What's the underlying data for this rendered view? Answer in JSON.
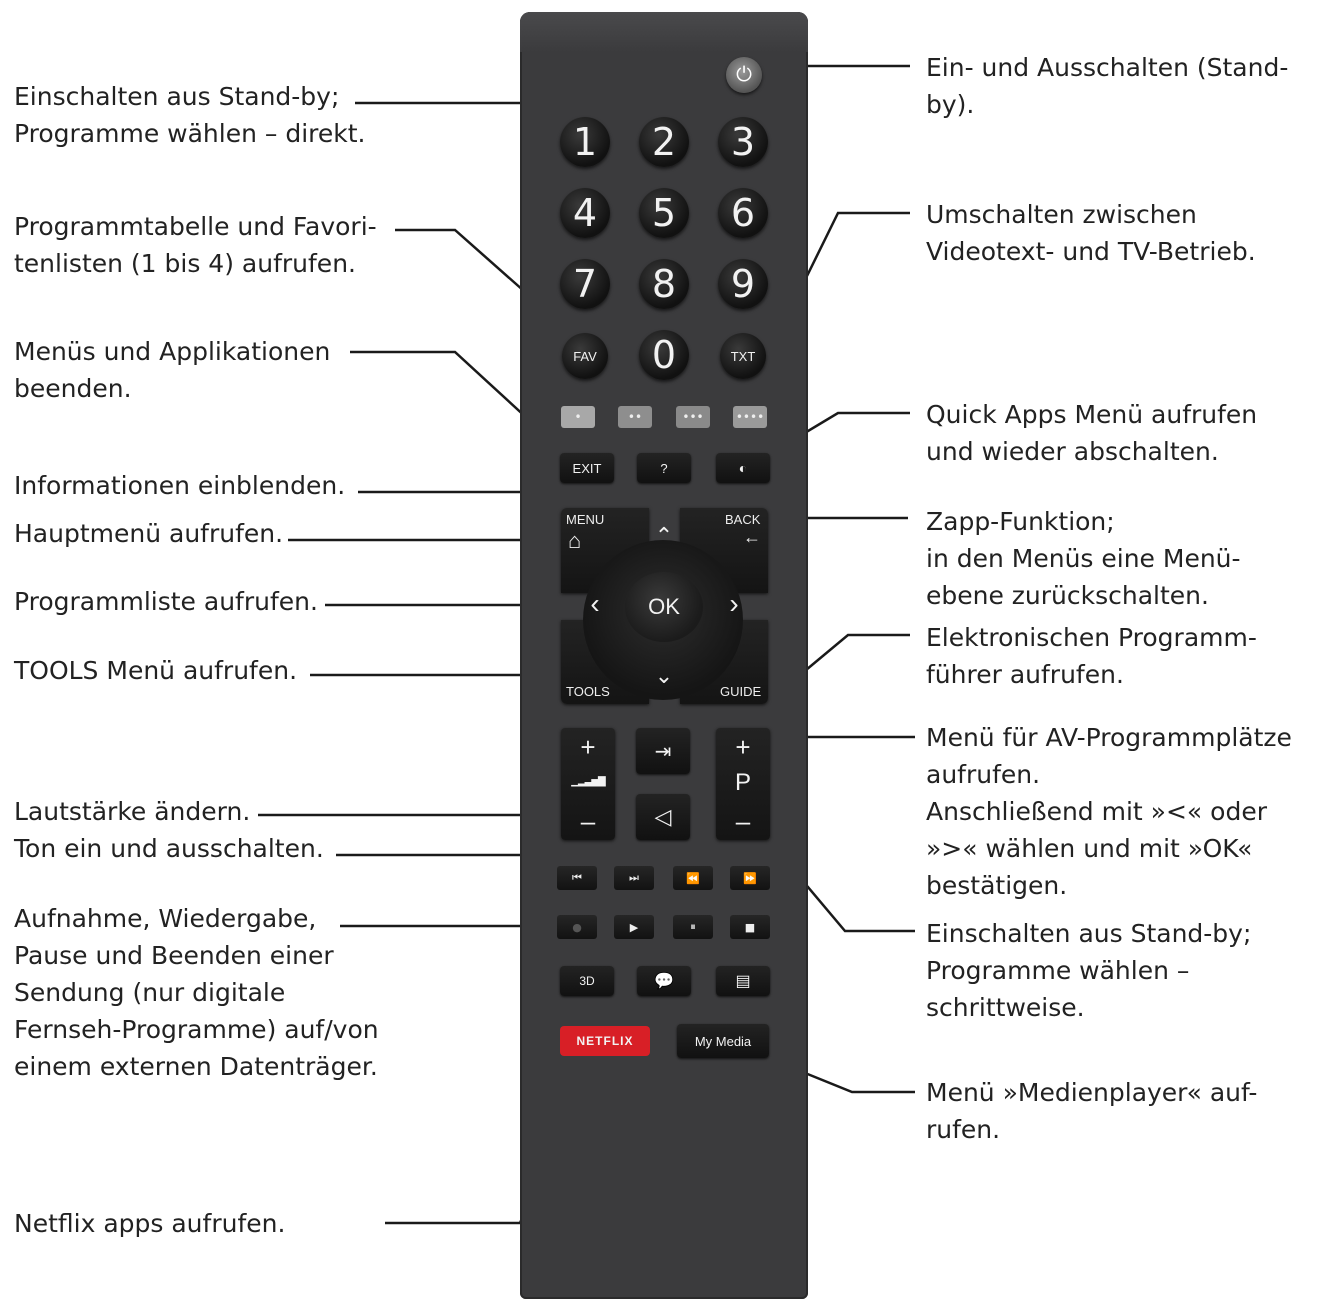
{
  "labels": {
    "left_1": [
      "Einschalten aus Stand-by;",
      "Programme wählen – direkt."
    ],
    "left_2": [
      "Programmtabelle und Favori-",
      "tenlisten (1 bis 4) aufrufen."
    ],
    "left_3": [
      "Menüs und Applikationen",
      "beenden."
    ],
    "left_4": [
      "Informationen einblenden."
    ],
    "left_5": [
      "Hauptmenü aufrufen."
    ],
    "left_6": [
      "Programmliste aufrufen."
    ],
    "left_7": [
      "TOOLS Menü aufrufen."
    ],
    "left_8": [
      "Lautstärke ändern.",
      "Ton ein und ausschalten."
    ],
    "left_9": [
      "Aufnahme, Wiedergabe,",
      "Pause und Beenden einer",
      "Sendung (nur digitale",
      "Fernseh-Programme) auf/von",
      "einem externen Datenträger."
    ],
    "left_10": [
      "Netflix apps aufrufen."
    ],
    "right_1": [
      "Ein- und Ausschalten (Stand-",
      "by)."
    ],
    "right_2": [
      "Umschalten zwischen",
      "Videotext- und TV-Betrieb."
    ],
    "right_3": [
      "Quick Apps Menü aufrufen",
      "und wieder abschalten."
    ],
    "right_4": [
      " Zapp-Funktion;",
      "in den Menüs eine Menü-",
      "ebene zurückschalten."
    ],
    "right_5": [
      "Elektronischen Programm-",
      "führer aufrufen."
    ],
    "right_6": [
      " Menü für AV-Programmplätze",
      "aufrufen.",
      "Anschließend mit »<« oder",
      "»>« wählen und mit »OK«",
      "bestätigen."
    ],
    "right_7": [
      "Einschalten aus Stand-by;",
      "Programme wählen –",
      "schrittweise."
    ],
    "right_8": [
      "Menü »Medienplayer« auf-",
      "rufen."
    ]
  },
  "remote": {
    "power": "⏻",
    "digits": [
      "1",
      "2",
      "3",
      "4",
      "5",
      "6",
      "7",
      "8",
      "9",
      "0"
    ],
    "fav": "FAV",
    "txt": "TXT",
    "color_dots": [
      "•",
      "••",
      "•••",
      "••••"
    ],
    "exit": "EXIT",
    "info": "?",
    "quick": "◐",
    "menu": "MENU",
    "menu_icon": "⌂",
    "back": "BACK",
    "back_icon": "←",
    "ok": "OK",
    "up": "⌃",
    "down": "⌄",
    "left": "‹",
    "right": "›",
    "tools": "TOOLS",
    "guide": "GUIDE",
    "vol_plus": "+",
    "vol_minus": "–",
    "vol_bars": "▁▂▃▅▇",
    "p_plus": "+",
    "p_label": "P",
    "p_minus": "–",
    "source": "⇥",
    "mute": "◁",
    "transport_1": [
      "⏮",
      "⏭",
      "⏪",
      "⏩"
    ],
    "transport_2": [
      "●",
      "▶",
      "⏸",
      "■"
    ],
    "btn_3d": "3D",
    "audio": "💬",
    "subtitle": "▤",
    "netflix": "NETFLIX",
    "my_media": "My Media"
  },
  "colors": {
    "netflix_red": "#d81f26",
    "remote_body": "#3b3b3d"
  }
}
